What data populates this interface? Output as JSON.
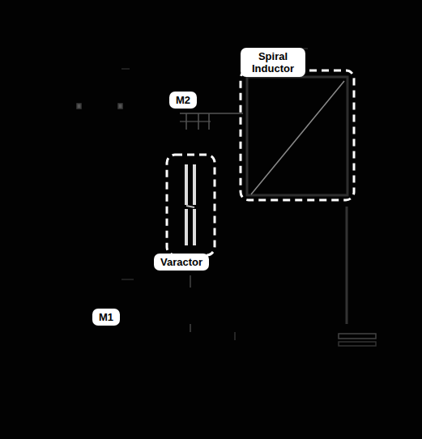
{
  "diagram": {
    "nodes": [
      {
        "text": [
          "Spiral Inductor"
        ]
      },
      {
        "text": [
          "M2"
        ]
      },
      {
        "text": [
          "Varactor"
        ]
      },
      {
        "text": [
          "M1"
        ]
      }
    ]
  }
}
